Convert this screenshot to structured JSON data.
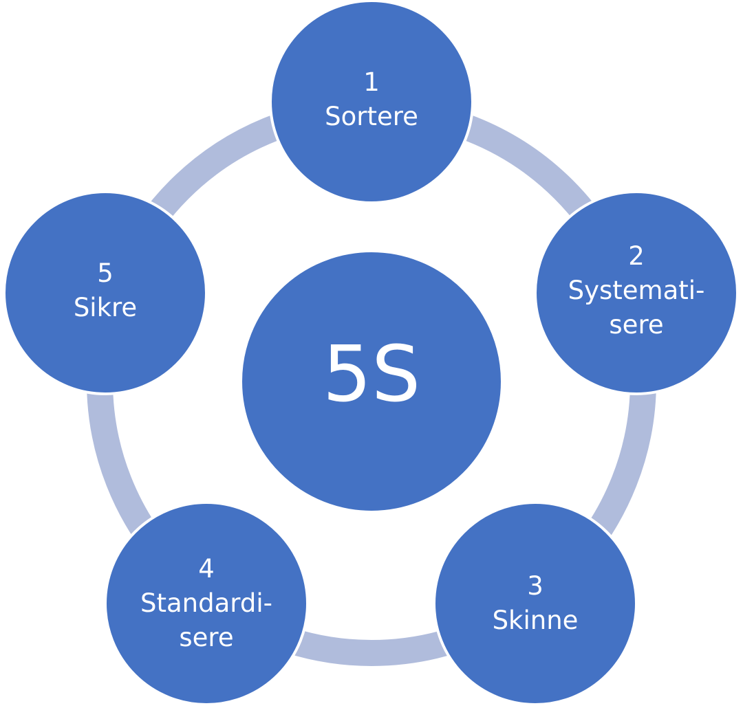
{
  "center": {
    "label": "5S"
  },
  "steps": [
    {
      "number": "1",
      "lines": [
        "Sortere"
      ]
    },
    {
      "number": "2",
      "lines": [
        "Systemati-",
        "sere"
      ]
    },
    {
      "number": "3",
      "lines": [
        "Skinne"
      ]
    },
    {
      "number": "4",
      "lines": [
        "Standardi-",
        "sere"
      ]
    },
    {
      "number": "5",
      "lines": [
        "Sikre"
      ]
    }
  ],
  "colors": {
    "node": "#4472c4",
    "ring": "#b0bcdc",
    "text": "#ffffff"
  }
}
